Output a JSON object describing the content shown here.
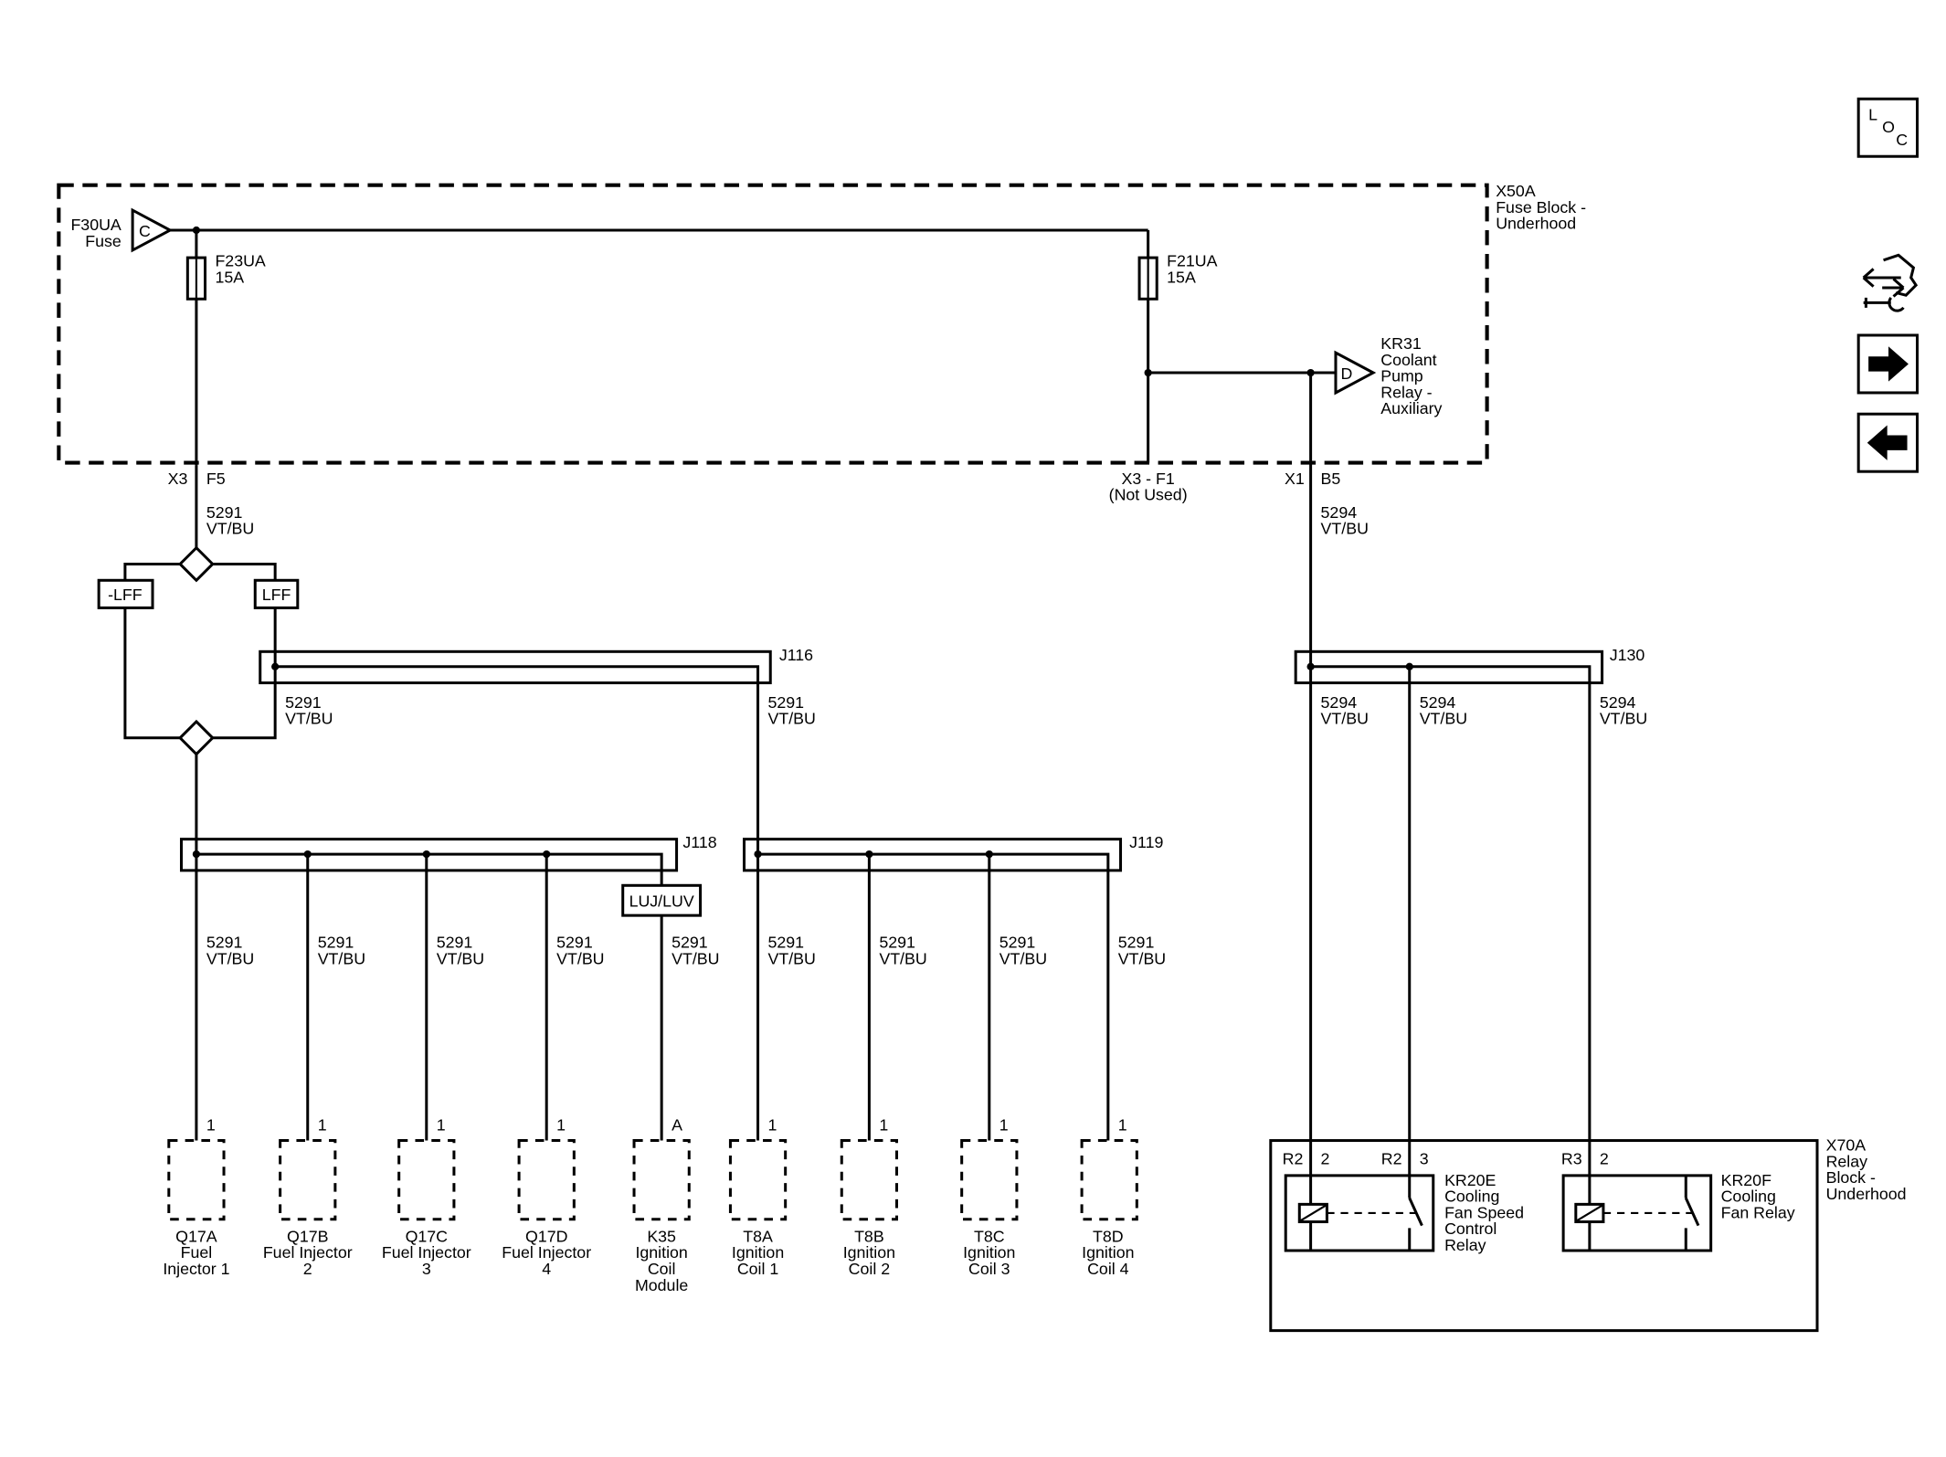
{
  "fuse_block": {
    "id": "X50A",
    "name_line1": "Fuse Block -",
    "name_line2": "Underhood",
    "supply_pin": "C",
    "supply_label_line1": "F30UA",
    "supply_label_line2": "Fuse",
    "fuse_left": {
      "name": "F23UA",
      "rating": "15A"
    },
    "fuse_right": {
      "name": "F21UA",
      "rating": "15A"
    },
    "relay_pin": "D",
    "relay_label_lines": [
      "KR31",
      "Coolant",
      "Pump",
      "Relay -",
      "Auxiliary"
    ],
    "conn_left": {
      "connector": "X3",
      "pin": "F5"
    },
    "conn_mid": {
      "connector": "X3 - F1",
      "note": "(Not Used)"
    },
    "conn_right": {
      "connector": "X1",
      "pin": "B5"
    }
  },
  "circuit_a": {
    "number": "5291",
    "color": "VT/BU"
  },
  "circuit_b": {
    "number": "5294",
    "color": "VT/BU"
  },
  "options": {
    "without": "-LFF",
    "with": "LFF",
    "coil_option": "LUJ/LUV"
  },
  "splices": {
    "j116": "J116",
    "j118": "J118",
    "j119": "J119",
    "j130": "J130"
  },
  "components": [
    {
      "pin": "1",
      "id": "Q17A",
      "lines": [
        "Fuel",
        "Injector 1"
      ]
    },
    {
      "pin": "1",
      "id": "Q17B",
      "lines": [
        "Fuel Injector",
        "2"
      ]
    },
    {
      "pin": "1",
      "id": "Q17C",
      "lines": [
        "Fuel Injector",
        "3"
      ]
    },
    {
      "pin": "1",
      "id": "Q17D",
      "lines": [
        "Fuel Injector",
        "4"
      ]
    },
    {
      "pin": "A",
      "id": "K35",
      "lines": [
        "Ignition",
        "Coil",
        "Module"
      ]
    },
    {
      "pin": "1",
      "id": "T8A",
      "lines": [
        "Ignition",
        "Coil 1"
      ]
    },
    {
      "pin": "1",
      "id": "T8B",
      "lines": [
        "Ignition",
        "Coil 2"
      ]
    },
    {
      "pin": "1",
      "id": "T8C",
      "lines": [
        "Ignition",
        "Coil 3"
      ]
    },
    {
      "pin": "1",
      "id": "T8D",
      "lines": [
        "Ignition",
        "Coil 4"
      ]
    }
  ],
  "relay_block": {
    "id": "X70A",
    "lines": [
      "Relay",
      "Block -",
      "Underhood"
    ],
    "relay_e": {
      "conn1": "R2",
      "pin1": "2",
      "conn2": "R2",
      "pin2": "3",
      "lines": [
        "KR20E",
        "Cooling",
        "Fan Speed",
        "Control",
        "Relay"
      ]
    },
    "relay_f": {
      "conn": "R3",
      "pin": "2",
      "lines": [
        "KR20F",
        "Cooling",
        "Fan Relay"
      ]
    }
  },
  "nav": {
    "loc_l": "L",
    "loc_o": "O",
    "loc_c": "C",
    "icons": [
      "location-icon",
      "connector-tool-icon",
      "forward-arrow-icon",
      "back-arrow-icon"
    ]
  }
}
